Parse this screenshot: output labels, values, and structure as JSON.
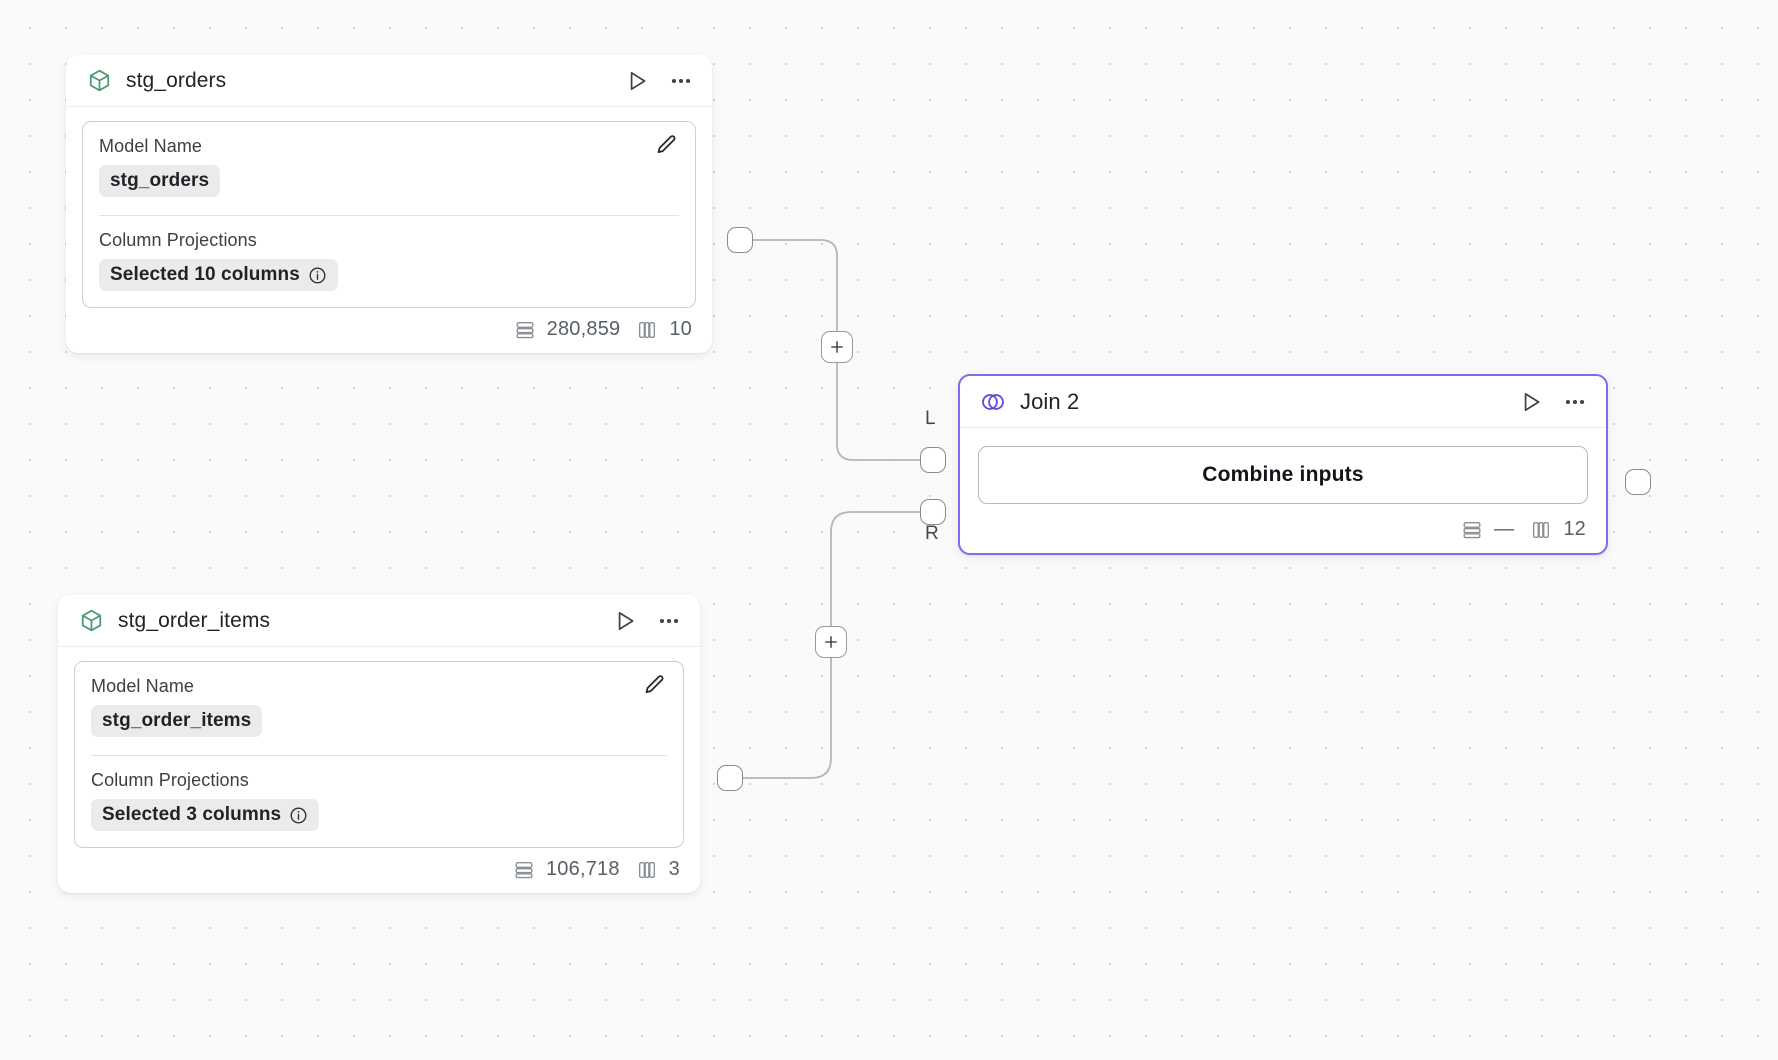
{
  "canvas": {
    "background_color": "#fafafa",
    "grid_dot_color": "#d4d4d4"
  },
  "nodes": [
    {
      "id": "stg_orders",
      "type_icon": "cube-icon",
      "accent_color": "#4c9a72",
      "title": "stg_orders",
      "actions": {
        "run_label": "run-icon",
        "menu_label": "more-icon"
      },
      "fields": [
        {
          "label": "Model Name",
          "value": "stg_orders",
          "has_info": false
        },
        {
          "label": "Column Projections",
          "value": "Selected 10 columns",
          "has_info": true
        }
      ],
      "stats": {
        "rows": "280,859",
        "columns": "10"
      }
    },
    {
      "id": "stg_order_items",
      "type_icon": "cube-icon",
      "accent_color": "#4c9a72",
      "title": "stg_order_items",
      "actions": {
        "run_label": "run-icon",
        "menu_label": "more-icon"
      },
      "fields": [
        {
          "label": "Model Name",
          "value": "stg_order_items",
          "has_info": false
        },
        {
          "label": "Column Projections",
          "value": "Selected 3 columns",
          "has_info": true
        }
      ],
      "stats": {
        "rows": "106,718",
        "columns": "3"
      }
    },
    {
      "id": "join_2",
      "type_icon": "venn-icon",
      "accent_color": "#5b4de0",
      "selected": true,
      "title": "Join 2",
      "body_button": "Combine inputs",
      "stats": {
        "rows": "—",
        "columns": "12"
      }
    }
  ],
  "ports": {
    "left_input_label": "L",
    "right_input_label": "R"
  },
  "edge_buttons": {
    "add_label": "+"
  }
}
